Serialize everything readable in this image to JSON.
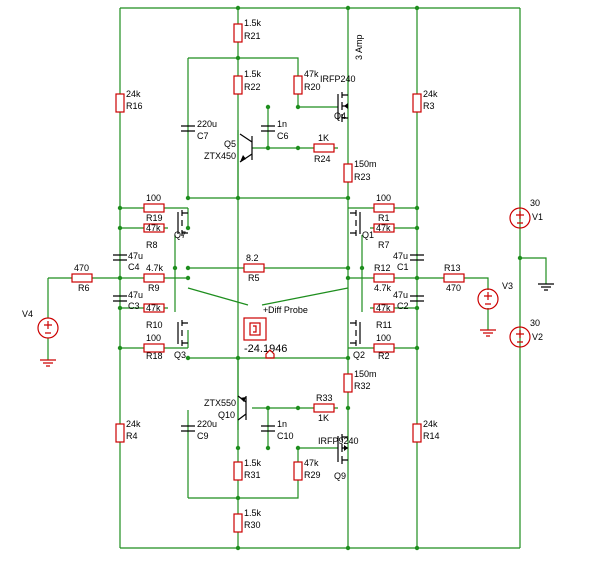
{
  "labels": {
    "R21": [
      "1.5k",
      "R21"
    ],
    "R22": [
      "1.5k",
      "R22"
    ],
    "R20": [
      "47k",
      "R20"
    ],
    "R16": [
      "24k",
      "R16"
    ],
    "R3": [
      "24k",
      "R3"
    ],
    "R24": [
      "1K",
      "R24"
    ],
    "R23": [
      "150m",
      "R23"
    ],
    "R19": [
      "100",
      "R19"
    ],
    "R8": [
      "47k",
      "R8"
    ],
    "R1": [
      "100",
      "R1"
    ],
    "R7": [
      "47k",
      "R7"
    ],
    "R5": [
      "8.2",
      "R5"
    ],
    "R6": [
      "470",
      "R6"
    ],
    "R9": [
      "4.7k",
      "R9"
    ],
    "R12": [
      "R12",
      "4.7k"
    ],
    "R13": [
      "R13",
      "470"
    ],
    "R10": [
      "47k",
      "R10"
    ],
    "R18": [
      "100",
      "R18"
    ],
    "R11": [
      "47k",
      "R11"
    ],
    "R2": [
      "100",
      "R2"
    ],
    "R32": [
      "150m",
      "R32"
    ],
    "R33": [
      "R33",
      "1K"
    ],
    "R4": [
      "24k",
      "R4"
    ],
    "R14": [
      "24k",
      "R14"
    ],
    "R31": [
      "1.5k",
      "R31"
    ],
    "R29": [
      "47k",
      "R29"
    ],
    "R30": [
      "1.5k",
      "R30"
    ],
    "C7": [
      "220u",
      "C7"
    ],
    "C6": [
      "1n",
      "C6"
    ],
    "C4": [
      "47u",
      "C4"
    ],
    "C3": [
      "47u",
      "C3"
    ],
    "C1": [
      "47u",
      "C1"
    ],
    "C2": [
      "47u",
      "C2"
    ],
    "C9": [
      "220u",
      "C9"
    ],
    "C10": [
      "1n",
      "C10"
    ],
    "Q4": [
      "IRFP240",
      "Q4"
    ],
    "Q5": [
      "Q5",
      "ZTX450"
    ],
    "Q7": [
      "Q7"
    ],
    "Q1": [
      "Q1"
    ],
    "Q3": [
      "Q3"
    ],
    "Q2": [
      "Q2"
    ],
    "Q10": [
      "ZTX550",
      "Q10"
    ],
    "Q9": [
      "IRFP9240",
      "Q9"
    ],
    "V1": [
      "30",
      "V1"
    ],
    "V2": [
      "30",
      "V2"
    ],
    "V3": [
      "V3"
    ],
    "V4": [
      "V4"
    ]
  },
  "annotations": {
    "current": "3 Amp",
    "probe_name": "Diff Probe",
    "probe_reading": "-24.1946"
  }
}
